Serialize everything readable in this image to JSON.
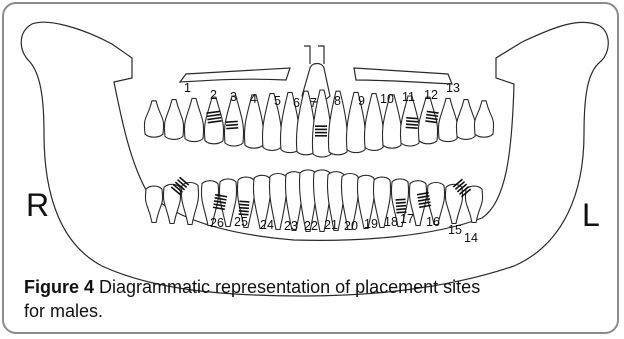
{
  "caption": {
    "label": "Figure 4",
    "text": " Diagrammatic representation of placement sites for males."
  },
  "side_labels": {
    "right": "R",
    "left": "L"
  },
  "upper_teeth_numbers": [
    "1",
    "2",
    "3",
    "4",
    "5",
    "6",
    "7",
    "8",
    "9",
    "10",
    "11",
    "12",
    "13"
  ],
  "lower_teeth_numbers": [
    "14",
    "15",
    "16",
    "17",
    "18",
    "19",
    "20",
    "21",
    "22",
    "23",
    "24",
    "25",
    "26"
  ],
  "colors": {
    "frame": "#8c8c8c",
    "line": "#2a2a2a",
    "marker": "#111111"
  }
}
